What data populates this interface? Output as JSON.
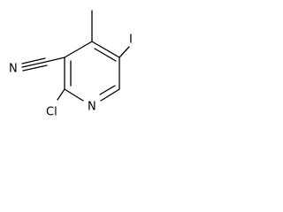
{
  "molecule": {
    "atoms": {
      "iodine": "I",
      "nitrile_nitrogen": "N",
      "ring_nitrogen": "N",
      "chlorine": "Cl"
    }
  },
  "colors": {
    "bond": "#000000",
    "label": "#000000",
    "background": "#ffffff"
  }
}
